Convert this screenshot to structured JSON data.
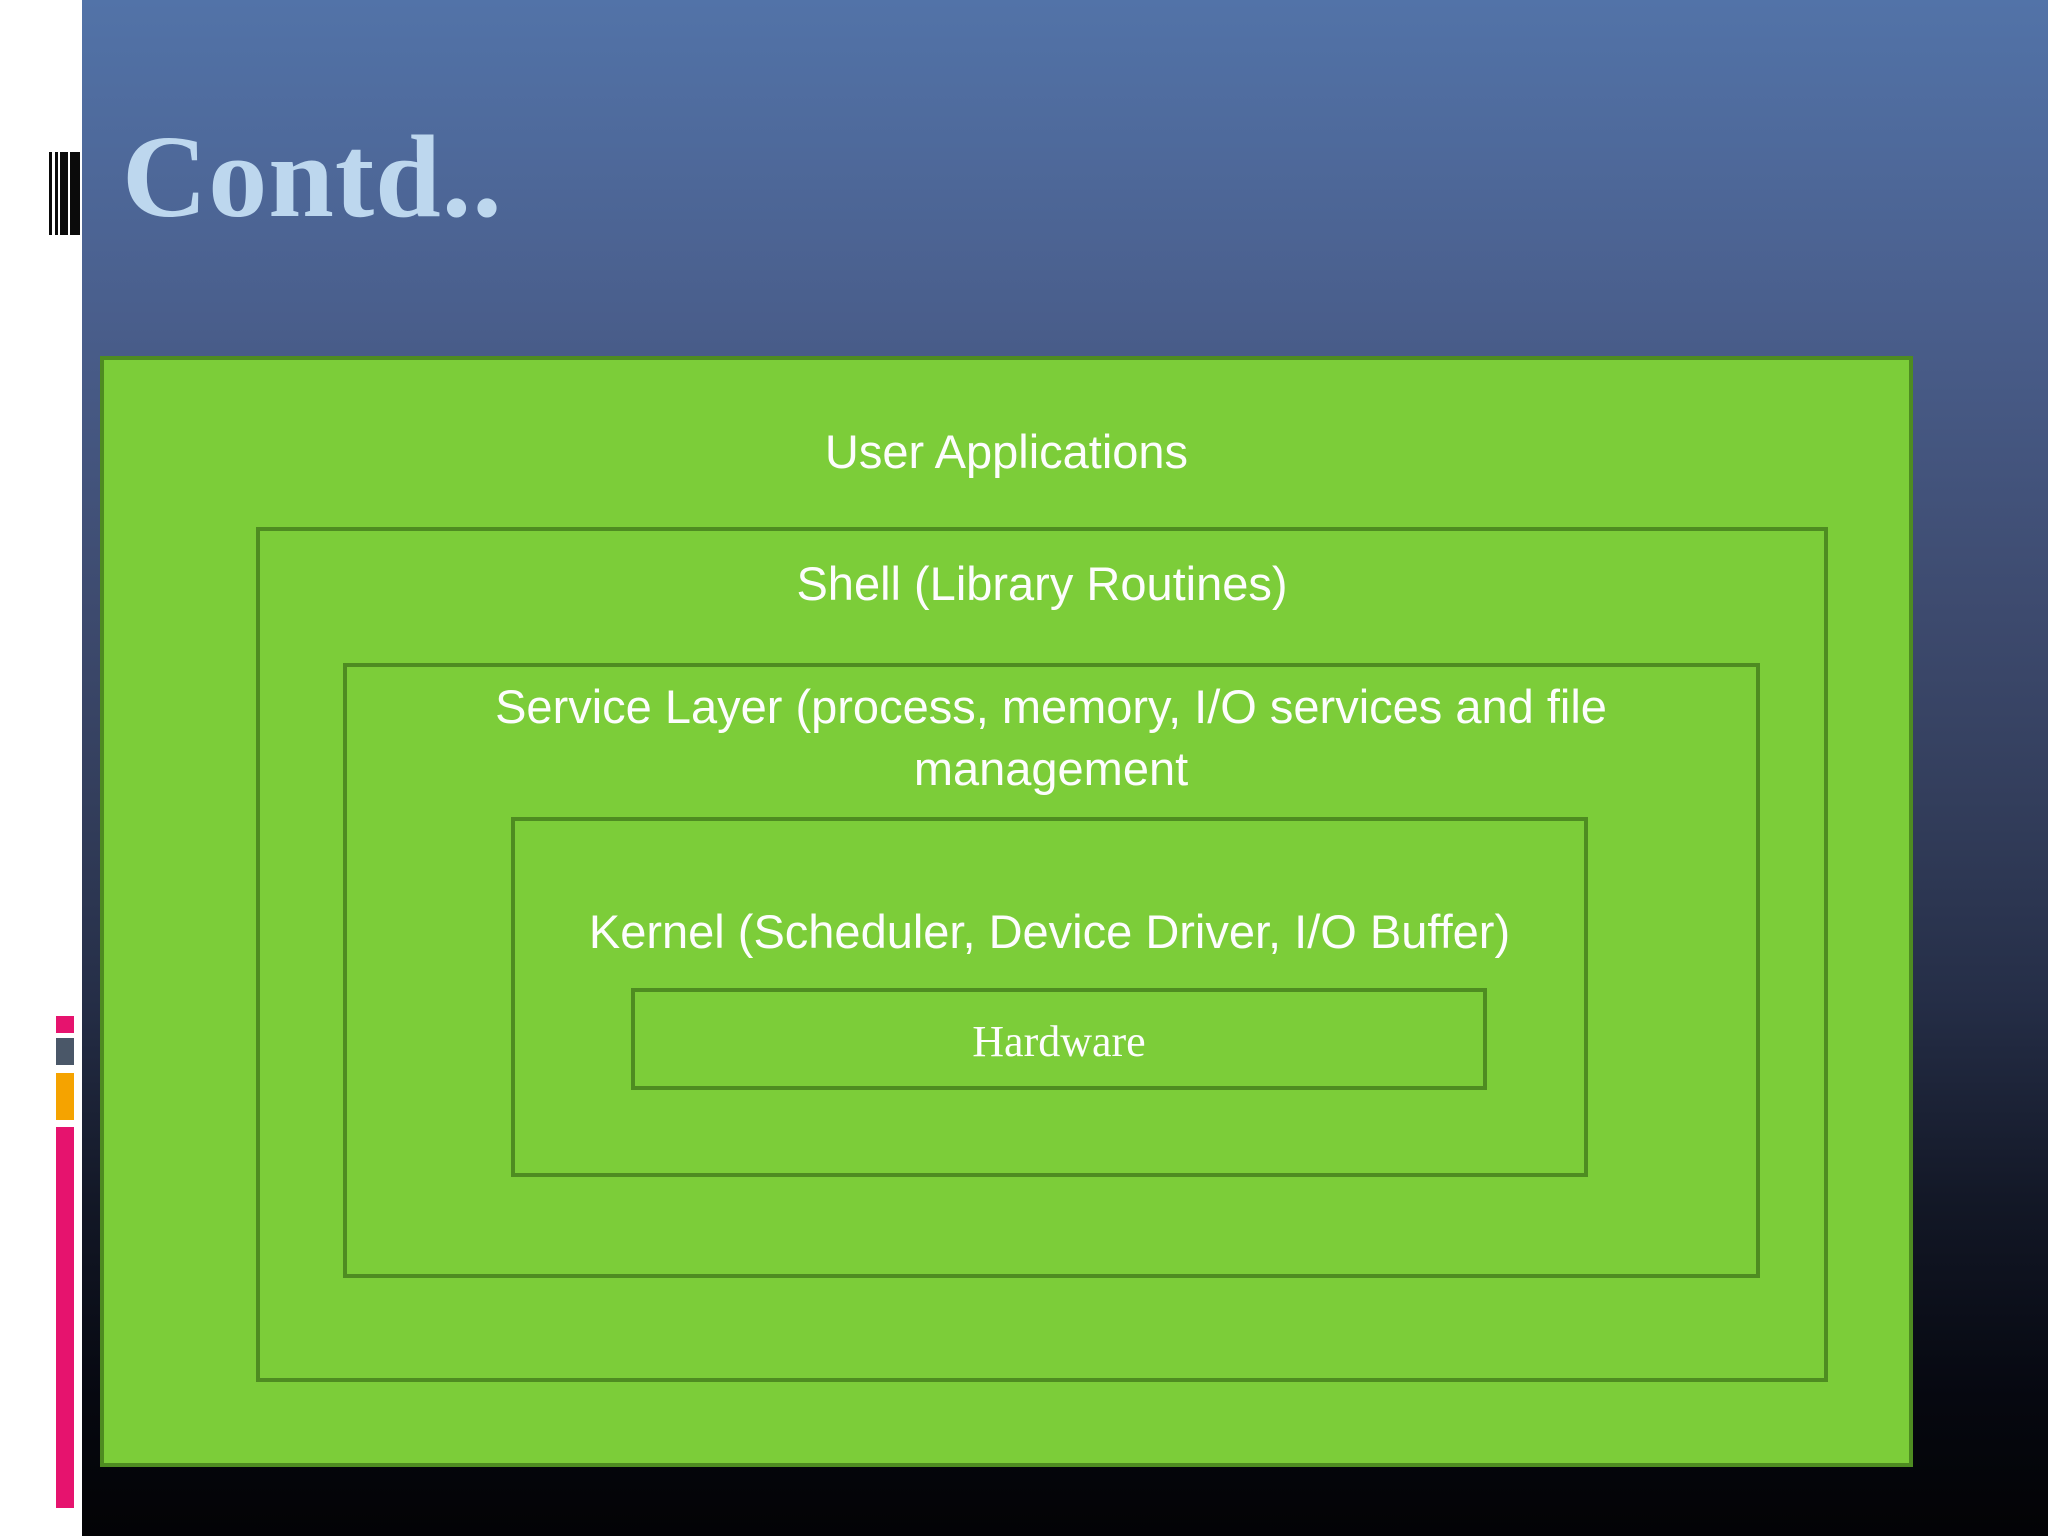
{
  "slide": {
    "title": "Contd..",
    "diagram": {
      "type": "nested-layers",
      "layers": [
        {
          "id": "user-applications",
          "label": "User Applications"
        },
        {
          "id": "shell",
          "label": "Shell (Library Routines)"
        },
        {
          "id": "service-layer",
          "label": "Service Layer (process, memory, I/O services and file management"
        },
        {
          "id": "kernel",
          "label": "Kernel (Scheduler, Device Driver, I/O Buffer)"
        },
        {
          "id": "hardware",
          "label": "Hardware"
        }
      ]
    },
    "decorations": [
      "stripes-icon",
      "pink-square",
      "slate-square",
      "amber-square",
      "pink-bar"
    ]
  },
  "colors": {
    "green": "#7ccd39",
    "green_border": "#4e8c21",
    "title_blue": "#bdd7ee",
    "pink": "#e6136e",
    "slate": "#4a5768",
    "amber": "#f5a300",
    "bg_top": "#5273a8",
    "bg_bottom": "#030305"
  }
}
